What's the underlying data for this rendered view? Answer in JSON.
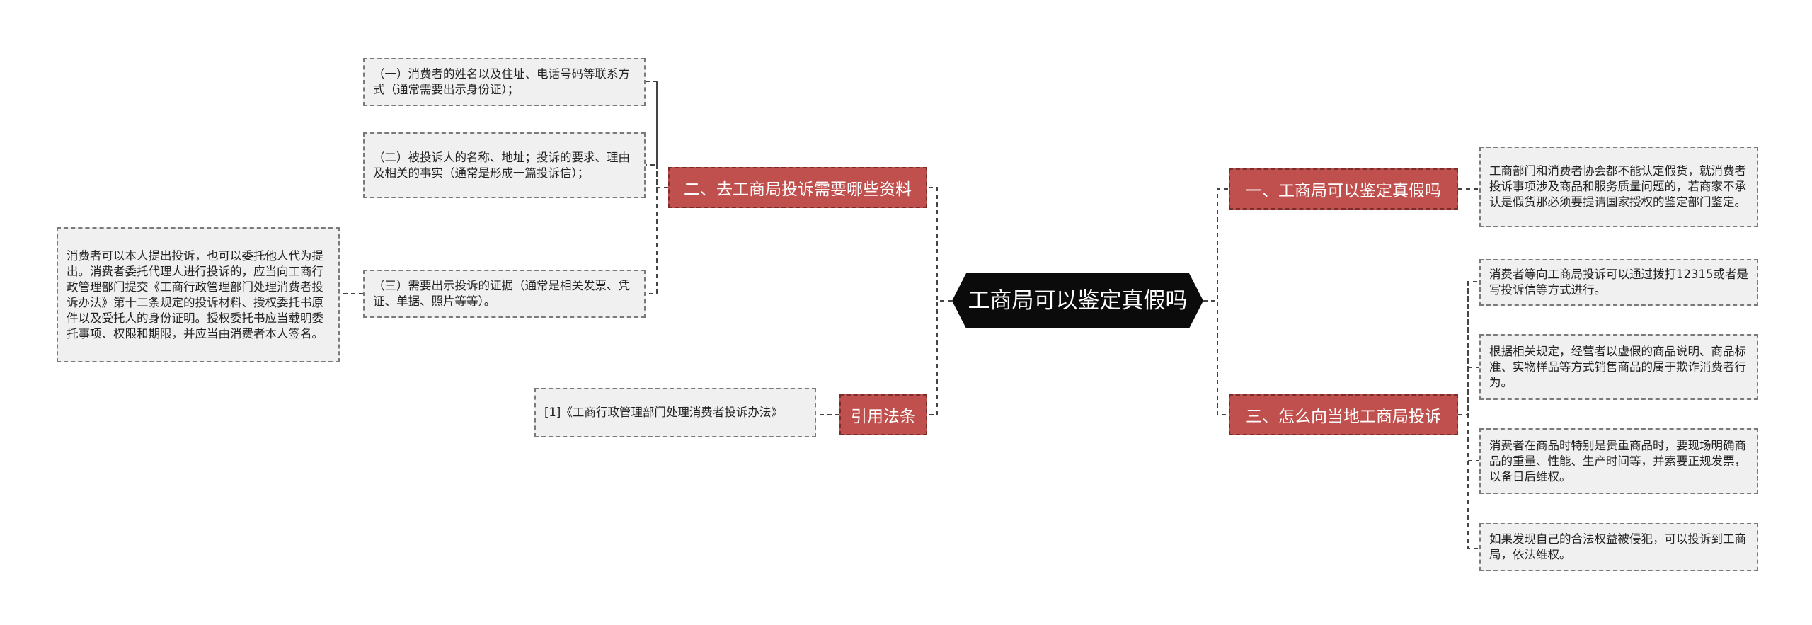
{
  "center_title": "工商局可以鉴定真假吗",
  "branches": {
    "b1": "一、工商局可以鉴定真假吗",
    "b2": "二、去工商局投诉需要哪些资料",
    "b3": "三、怎么向当地工商局投诉",
    "b4": "引用法条"
  },
  "leaves": {
    "r1": "工商部门和消费者协会都不能认定假货，就消费者投诉事项涉及商品和服务质量问题的，若商家不承认是假货那必须要提请国家授权的鉴定部门鉴定。",
    "r2": "消费者等向工商局投诉可以通过拨打12315或者是写投诉信等方式进行。",
    "r3": "根据相关规定，经营者以虚假的商品说明、商品标准、实物样品等方式销售商品的属于欺诈消费者行为。",
    "r4": "消费者在商品时特别是贵重商品时，要现场明确商品的重量、性能、生产时间等，并索要正规发票，以备日后维权。",
    "r5": "如果发现自己的合法权益被侵犯，可以投诉到工商局，依法维权。",
    "l1": "（一）消费者的姓名以及住址、电话号码等联系方式（通常需要出示身份证）；",
    "l2": "（二）被投诉人的名称、地址；投诉的要求、理由及相关的事实（通常是形成一篇投诉信）；",
    "l3": "（三）需要出示投诉的证据（通常是相关发票、凭证、单据、照片等等）。",
    "l4": "[1]《工商行政管理部门处理消费者投诉办法》",
    "l5": "消费者可以本人提出投诉，也可以委托他人代为提出。消费者委托代理人进行投诉的，应当向工商行政管理部门提交《工商行政管理部门处理消费者投诉办法》第十二条规定的投诉材料、授权委托书原件以及受托人的身份证明。授权委托书应当载明委托事项、权限和期限，并应当由消费者本人签名。"
  },
  "colors": {
    "center_bg": "#0b0b0b",
    "branch_bg": "#c0504d",
    "leaf_bg": "#f0f0f0",
    "line": "#444444"
  }
}
